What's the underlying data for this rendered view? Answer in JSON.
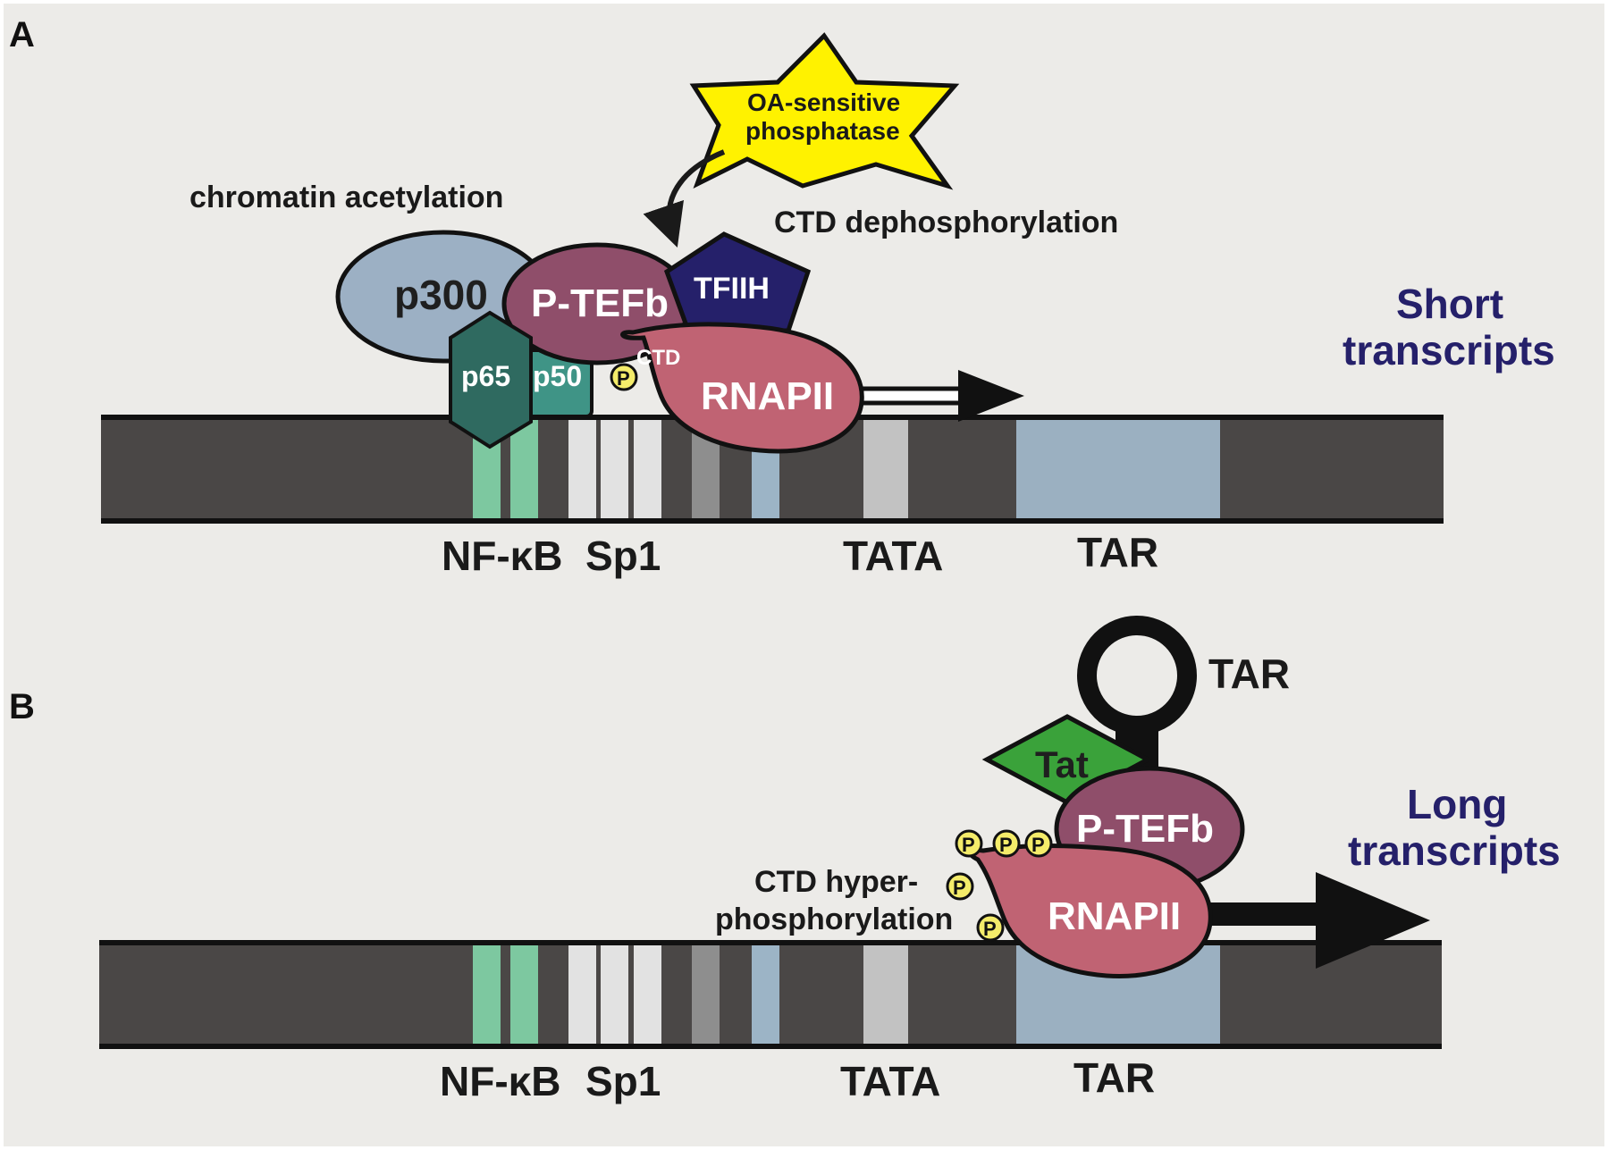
{
  "panel_a": {
    "letter": "A",
    "annotations": {
      "chromatin": "chromatin acetylation",
      "ctd_dephos": "CTD dephosphorylation",
      "phosphatase_line1": "OA-sensitive",
      "phosphatase_line2": "phosphatase"
    },
    "proteins": {
      "p300": "p300",
      "ptefb": "P-TEFb",
      "tfiih": "TFIIH",
      "p65": "p65",
      "p50": "p50",
      "ctd": "CTD",
      "rnapii": "RNAPII",
      "phospho": "P"
    },
    "dna_labels": {
      "nfkb": "NF-κB",
      "sp1": "Sp1",
      "tata": "TATA",
      "tar": "TAR"
    },
    "outcome_line1": "Short",
    "outcome_line2": "transcripts"
  },
  "panel_b": {
    "letter": "B",
    "annotations": {
      "ctd_hyper_line1": "CTD hyper-",
      "ctd_hyper_line2": "phosphorylation"
    },
    "proteins": {
      "tat": "Tat",
      "ptefb": "P-TEFb",
      "rnapii": "RNAPII",
      "tar_rna": "TAR",
      "phospho": "P"
    },
    "dna_labels": {
      "nfkb": "NF-κB",
      "sp1": "Sp1",
      "tata": "TATA",
      "tar": "TAR"
    },
    "outcome_line1": "Long",
    "outcome_line2": "transcripts"
  },
  "colors": {
    "background": "#ecebe8",
    "dna": "#4a4746",
    "nfkb_box": "#7dc8a0",
    "sp1_box": "#e2e2e2",
    "grey_box": "#8e8e8e",
    "blue_box": "#9cb4c6",
    "tata_box": "#c2c2c2",
    "tar_box": "#9bb0c1",
    "p300": "#9cb0c4",
    "ptefb": "#8f4e6a",
    "tfiih": "#25206a",
    "p65": "#2f6a60",
    "p50": "#3f9486",
    "rnapii": "#c06373",
    "phospho": "#f4ec6a",
    "phosphatase": "#fff200",
    "tat": "#3aa23a",
    "outcome_text": "#25206a"
  }
}
